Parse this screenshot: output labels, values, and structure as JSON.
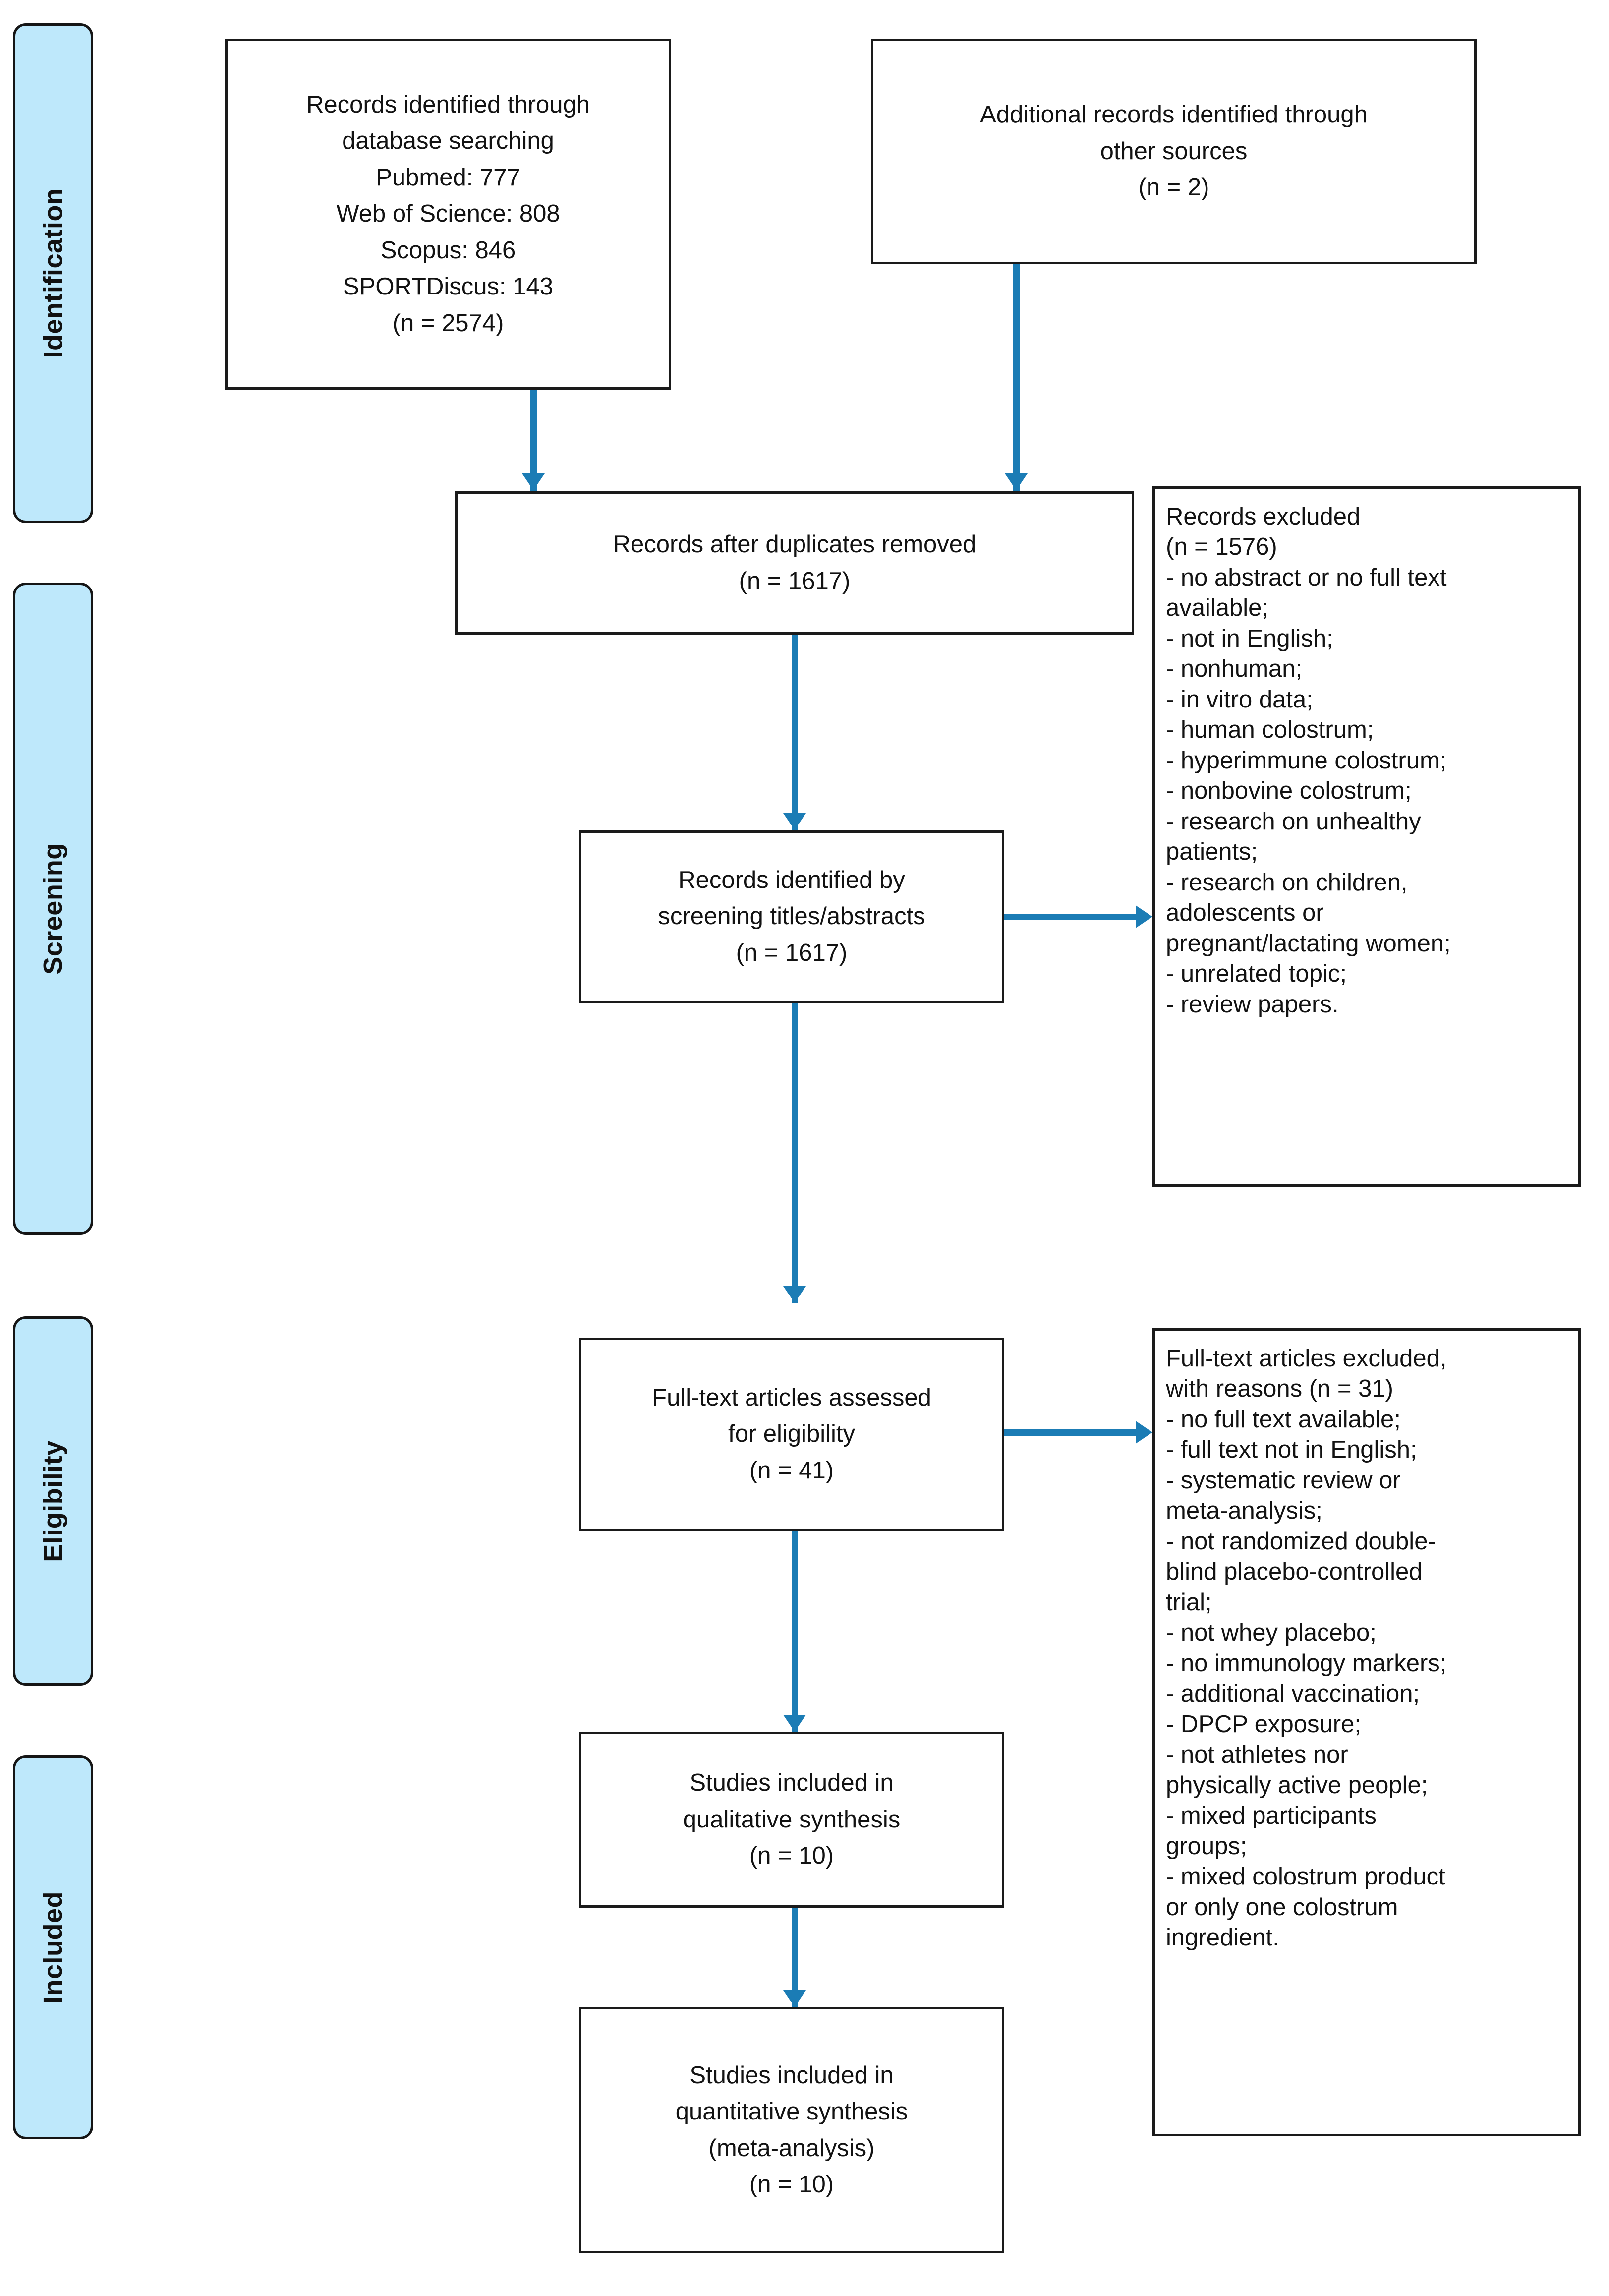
{
  "diagram": {
    "type": "prisma-flow-diagram",
    "accent_color": "#1B7CB5",
    "stage_bar_color": "#BEE8FB",
    "box_border_color": "#1A1A1A"
  },
  "stages": [
    {
      "id": "identification",
      "label": "Identification"
    },
    {
      "id": "screening",
      "label": "Screening"
    },
    {
      "id": "eligibility",
      "label": "Eligibility"
    },
    {
      "id": "included",
      "label": "Included"
    }
  ],
  "boxes": {
    "identified_database": {
      "lines": [
        "Records identified through",
        "database searching",
        "Pubmed: 777",
        "Web of Science: 808",
        "Scopus: 846",
        "SPORTDiscus: 143",
        "(n = 2574)"
      ],
      "counts": {
        "Pubmed": 777,
        "Web of Science": 808,
        "Scopus": 846,
        "SPORTDiscus": 143,
        "total": 2574
      }
    },
    "identified_other": {
      "lines": [
        "Additional records identified through",
        "other sources",
        "(n = 2)"
      ],
      "counts": {
        "total": 2
      }
    },
    "duplicates_removed": {
      "lines": [
        "Records after duplicates removed",
        "(n = 1617)"
      ],
      "counts": {
        "total": 1617
      }
    },
    "screened_titles": {
      "lines": [
        "Records identified by",
        "screening titles/abstracts",
        "(n = 1617)"
      ],
      "counts": {
        "total": 1617
      }
    },
    "fulltext_assessed": {
      "lines": [
        "Full-text articles assessed",
        "for eligibility",
        "(n = 41)"
      ],
      "counts": {
        "total": 41
      }
    },
    "qualitative_synthesis": {
      "lines": [
        "Studies included in",
        "qualitative synthesis",
        "(n = 10)"
      ],
      "counts": {
        "total": 10
      }
    },
    "quantitative_synthesis": {
      "lines": [
        "Studies included in",
        "quantitative synthesis",
        "(meta-analysis)",
        "(n = 10)"
      ],
      "counts": {
        "total": 10
      }
    },
    "records_excluded": {
      "lines": [
        "Records excluded",
        "(n = 1576)",
        "- no abstract or no full text",
        "available;",
        "- not in English;",
        "- nonhuman;",
        "- in vitro data;",
        "- human colostrum;",
        "- hyperimmune colostrum;",
        "- nonbovine colostrum;",
        "- research on unhealthy",
        "patients;",
        "- research on children,",
        "adolescents or",
        "pregnant/lactating women;",
        "- unrelated topic;",
        "- review papers."
      ],
      "counts": {
        "total": 1576
      }
    },
    "fulltext_excluded": {
      "lines": [
        "Full-text articles excluded,",
        "with reasons (n = 31)",
        "- no full text available;",
        "- full text not in English;",
        "- systematic review or",
        "meta-analysis;",
        "- not randomized double-",
        "blind placebo-controlled",
        "trial;",
        "- not whey placebo;",
        "- no immunology markers;",
        "- additional vaccination;",
        "- DPCP exposure;",
        "- not athletes nor",
        "physically active people;",
        "- mixed participants",
        "groups;",
        "- mixed colostrum product",
        "or only one colostrum",
        "ingredient."
      ],
      "counts": {
        "total": 31
      }
    }
  }
}
